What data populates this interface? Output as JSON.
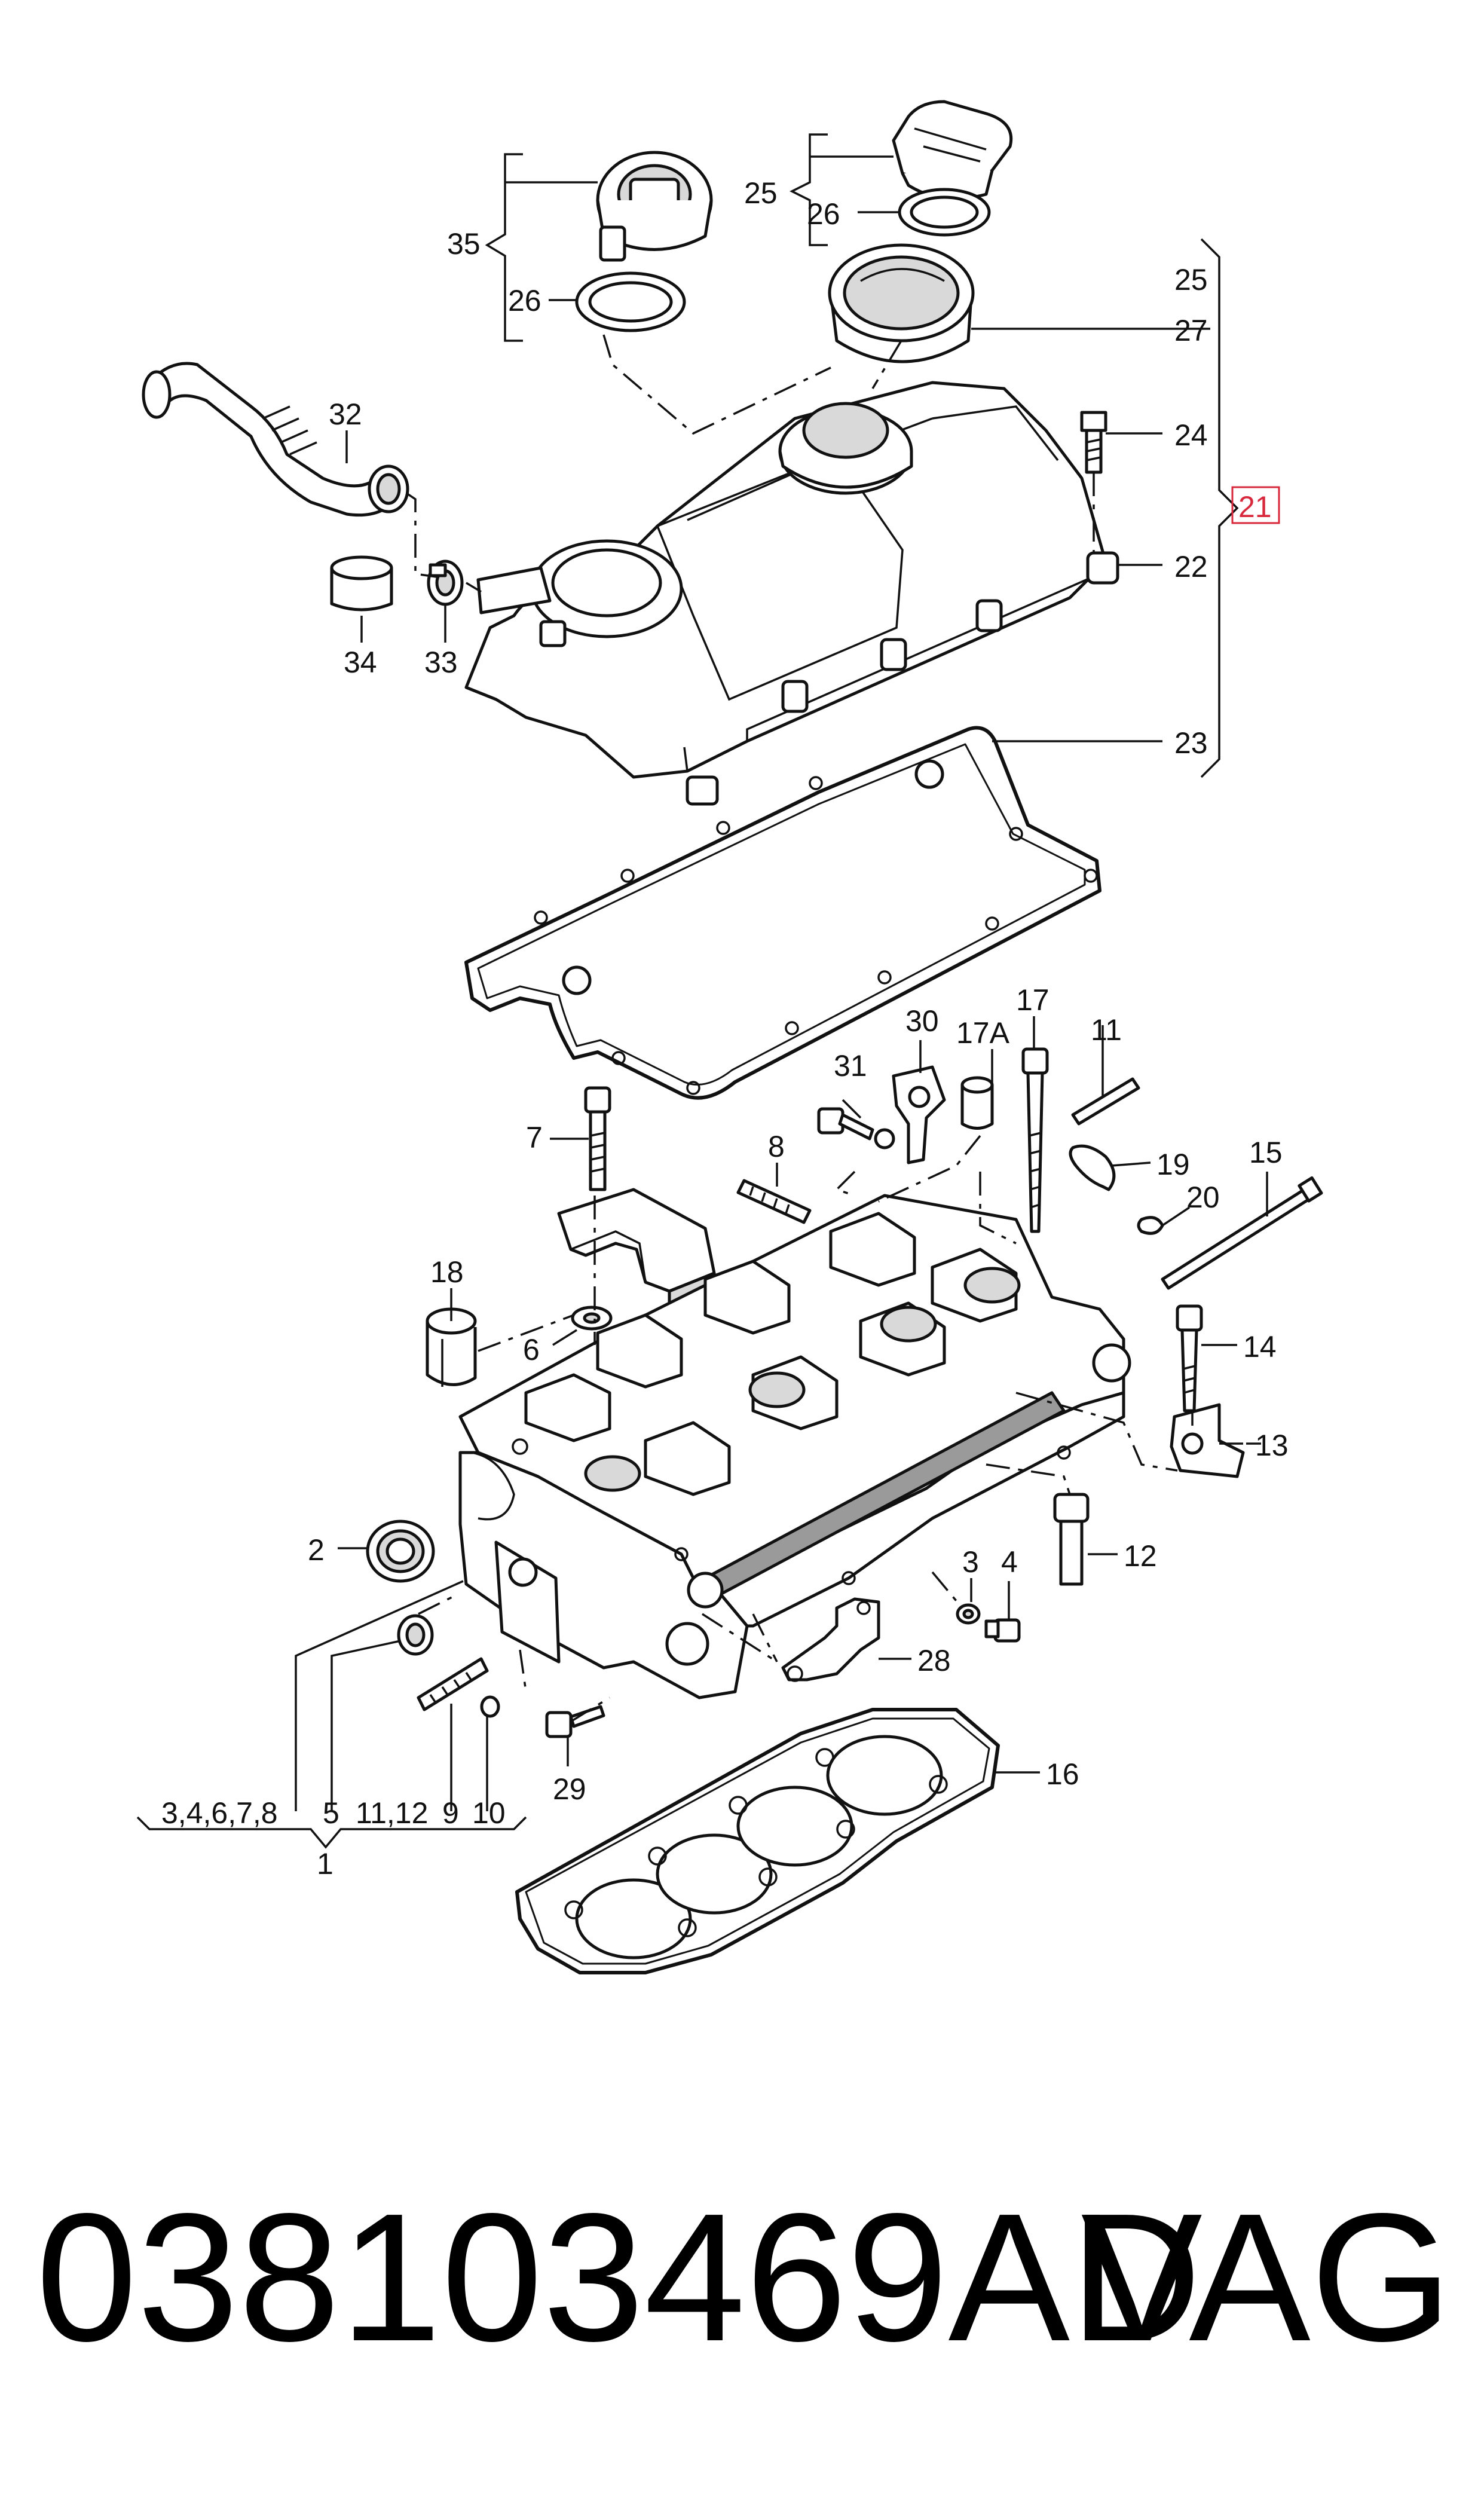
{
  "labels": {
    "l35": "35",
    "l26a": "26",
    "l25a": "25",
    "l26b": "26",
    "l25b": "25",
    "l27": "27",
    "l24": "24",
    "l21": "21",
    "l22": "22",
    "l23": "23",
    "l32": "32",
    "l34": "34",
    "l33": "33",
    "l30": "30",
    "l17a": "17A",
    "l17": "17",
    "l11": "11",
    "l31": "31",
    "l7": "7",
    "l8": "8",
    "l19": "19",
    "l15": "15",
    "l20": "20",
    "l18": "18",
    "l6": "6",
    "l14": "14",
    "l13": "13",
    "l2": "2",
    "l12": "12",
    "l3": "3",
    "l4": "4",
    "l28": "28",
    "l29": "29",
    "l16": "16",
    "g1": "3,4,6,7,8",
    "g2": "5",
    "g3": "11,12",
    "g4": "9",
    "g5": "10",
    "l1": "1"
  },
  "footer": {
    "part_number": "038103469AD",
    "brand": "VAG"
  },
  "colors": {
    "line": "#111111",
    "highlight": "#d8283c",
    "background": "#ffffff"
  }
}
